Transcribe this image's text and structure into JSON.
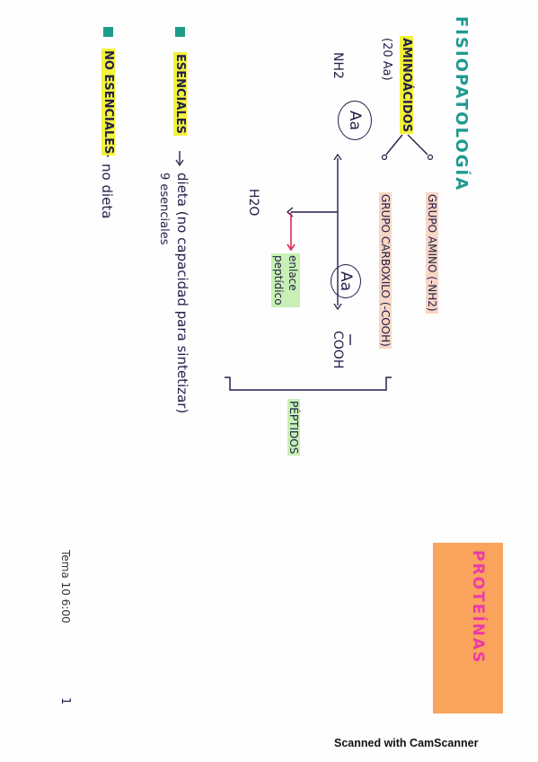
{
  "title": "FISIOPATOLOGÍA",
  "topic": "PROTEÍNAS",
  "amino": {
    "label": "AMINOÁCIDOS",
    "count": "(20 Aa)",
    "group1": "GRUPO AMINO (-NH2)",
    "group2": "GRUPO CARBOXILO (-COOH)"
  },
  "diagram": {
    "nh2": "NH2",
    "aa1": "Aa",
    "aa2": "Aa",
    "cooh": "COOH",
    "water": "H2O",
    "bond_line1": "enlace",
    "bond_line2": "peptídico",
    "peptides": "PÉPTIDOS"
  },
  "essentials": {
    "label": "ESENCIALES",
    "text_line1": "dieta (no capacidad para sintetizar)",
    "text_line2": "9 esenciales"
  },
  "non_essentials": {
    "label": "NO ESENCIALES",
    "text": "no dieta"
  },
  "footer_left": "Tema 10 6:00",
  "page_number": "1",
  "scanner_footer": "Scanned with CamScanner",
  "colors": {
    "title": "#1e9a8f",
    "topic": "#ec3aa8",
    "topic_box": "#f9a35c",
    "highlight_yellow": "#f3f13a",
    "highlight_peach": "#f7d6c4",
    "highlight_green": "#c8f0b4",
    "arrow_red": "#e0285a"
  }
}
